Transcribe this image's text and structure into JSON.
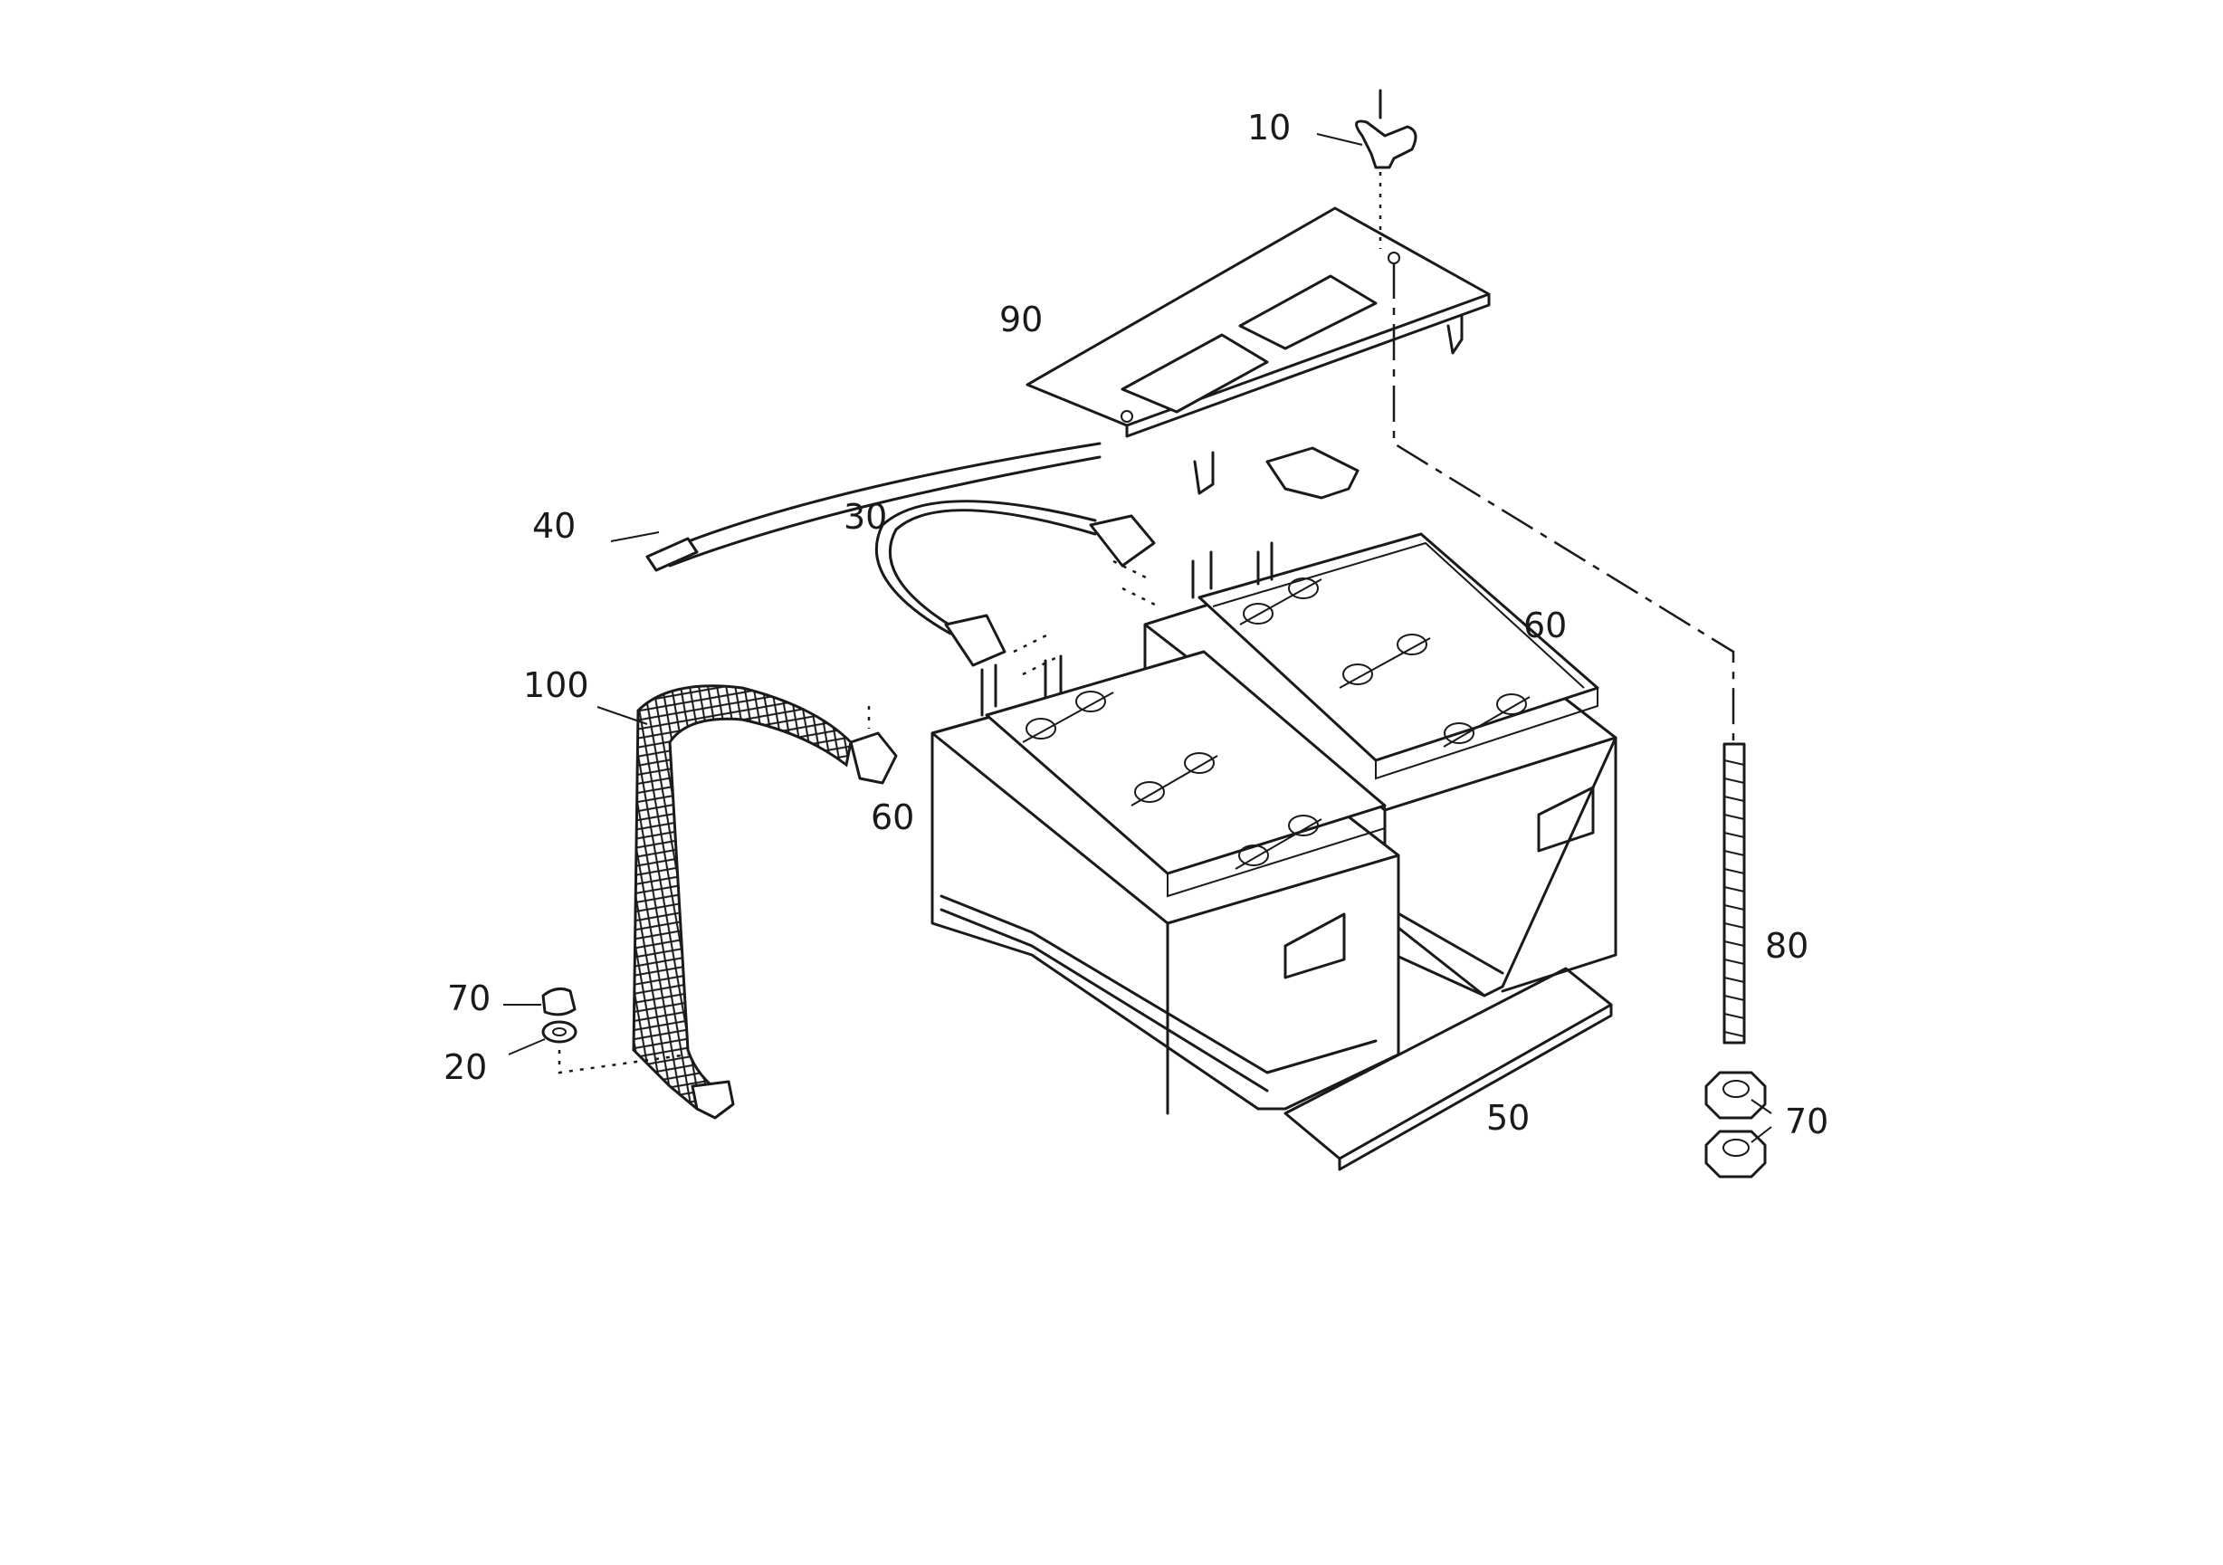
{
  "diagram": {
    "callouts": [
      {
        "id": "c10",
        "text": "10"
      },
      {
        "id": "c90",
        "text": "90"
      },
      {
        "id": "c40",
        "text": "40"
      },
      {
        "id": "c30",
        "text": "30"
      },
      {
        "id": "c60a",
        "text": "60"
      },
      {
        "id": "c100",
        "text": "100"
      },
      {
        "id": "c60b",
        "text": "60"
      },
      {
        "id": "c80",
        "text": "80"
      },
      {
        "id": "c70a",
        "text": "70"
      },
      {
        "id": "c20",
        "text": "20"
      },
      {
        "id": "c50",
        "text": "50"
      },
      {
        "id": "c70b",
        "text": "70"
      }
    ]
  }
}
